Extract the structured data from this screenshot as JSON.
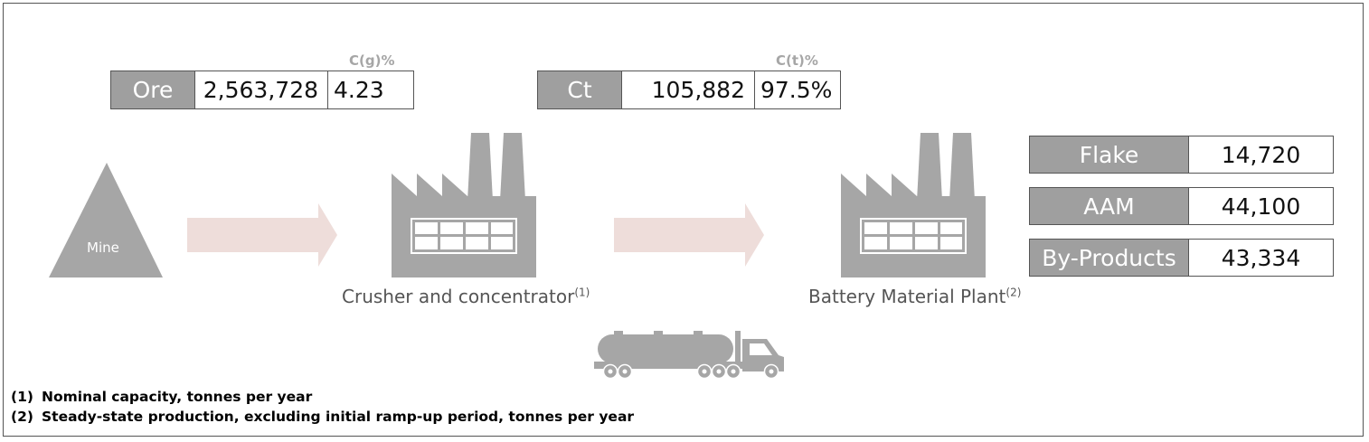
{
  "feed": {
    "ore_label": "Ore",
    "ore_value": "2,563,728",
    "grade_header": "C(g)%",
    "grade_value": "4.23"
  },
  "concentrate": {
    "label": "Ct",
    "value": "105,882",
    "grade_header": "C(t)%",
    "grade_value": "97.5%"
  },
  "mine": {
    "label": "Mine"
  },
  "crusher": {
    "label": "Crusher and concentrator",
    "note_ref": "(1)"
  },
  "plant": {
    "label": "Battery Material Plant",
    "note_ref": "(2)"
  },
  "outputs": [
    {
      "label": "Flake",
      "value": "14,720"
    },
    {
      "label": "AAM",
      "value": "44,100"
    },
    {
      "label": "By-Products",
      "value": "43,334"
    }
  ],
  "notes": [
    {
      "num": "(1)",
      "text": "Nominal capacity, tonnes per year"
    },
    {
      "num": "(2)",
      "text": "Steady-state production, excluding initial ramp-up period, tonnes per year"
    }
  ],
  "colors": {
    "icon_grey": "#a6a6a6",
    "arrow": "#eeddda",
    "header_grey": "#9f9f9f"
  },
  "icons": [
    "mine-triangle",
    "factory-icon",
    "tanker-truck-icon",
    "flow-arrow"
  ]
}
